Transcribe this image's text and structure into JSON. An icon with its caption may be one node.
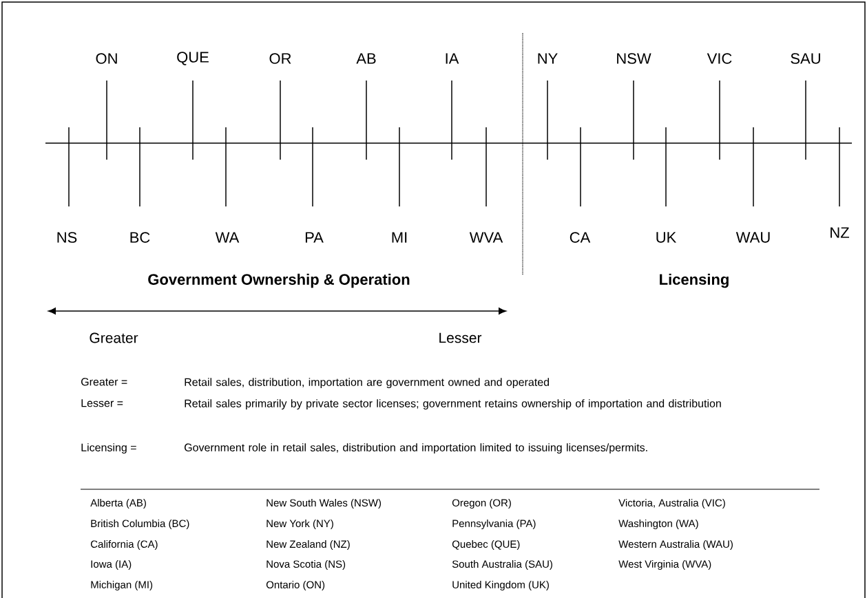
{
  "diagram": {
    "labels": [
      "ON",
      "QUE",
      "OR",
      "AB",
      "IA",
      "NY",
      "NSW",
      "VIC",
      "SAU",
      "NS",
      "BC",
      "WA",
      "PA",
      "MI",
      "WVA",
      "CA",
      "UK",
      "WAU",
      "NZ",
      "Government Ownership & Operation",
      "Licensing",
      "Greater",
      "Lesser",
      "Greater =",
      "Retail sales, distribution, importation are government owned and operated",
      "Lesser =",
      "Retail sales primarily by private sector licenses; government retains ownership of importation and distribution",
      "Licensing =",
      "Government role in retail sales, distribution and importation limited to issuing licenses/permits.",
      "Alberta (AB)",
      "New South Wales (NSW)",
      "Oregon (OR)",
      "Victoria, Australia (VIC)",
      "British Columbia (BC)",
      "New York (NY)",
      "Pennsylvania (PA)",
      "Washington (WA)",
      "California (CA)",
      "New Zealand (NZ)",
      "Quebec (QUE)",
      "Western Australia (WAU)",
      "Iowa (IA)",
      "Nova Scotia (NS)",
      "South Australia (SAU)",
      "West Virginia (WVA)",
      "Michigan (MI)",
      "Ontario (ON)",
      "United Kingdom (UK)"
    ]
  }
}
